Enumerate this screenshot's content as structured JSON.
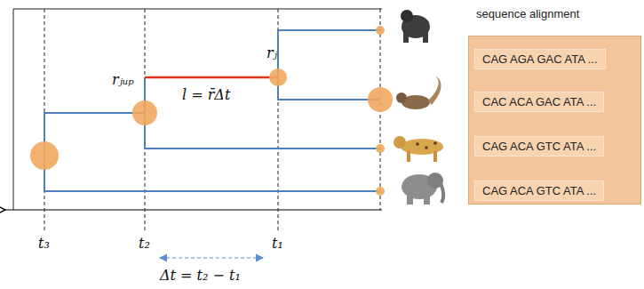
{
  "diagram": {
    "nodes": [
      {
        "text": [
          "sequence alignment",
          "CAG AGA GAC ATA ...",
          "CAC ACA GAC ATA ...",
          "CAG ACA GTC ATA ...",
          "CAG ACA GTC ATA ..."
        ]
      }
    ],
    "labels": [
      "rⱼ",
      "rⱼᵤₚ",
      "l = r̄Δt",
      "t₃",
      "t₂",
      "t₁",
      "Δt = t₂ − t₁"
    ]
  }
}
